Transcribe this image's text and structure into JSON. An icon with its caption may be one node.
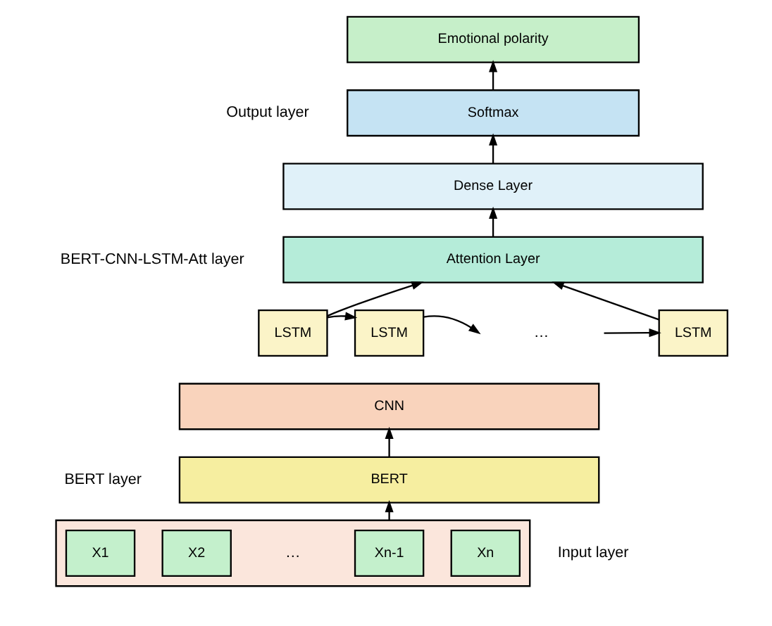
{
  "diagram": {
    "nodes": [
      {
        "text": [
          "Emotional polarity"
        ]
      },
      {
        "text": [
          "Softmax"
        ]
      },
      {
        "text": [
          "Dense Layer"
        ]
      },
      {
        "text": [
          "Attention Layer"
        ]
      },
      {
        "text": [
          "LSTM"
        ]
      },
      {
        "text": [
          "LSTM"
        ]
      },
      {
        "text": [
          "LSTM"
        ]
      },
      {
        "text": [
          "CNN"
        ]
      },
      {
        "text": [
          "BERT"
        ]
      },
      {
        "text": [],
        "shape": "box"
      },
      {
        "text": [
          "X1"
        ],
        "in": 9
      },
      {
        "text": [
          "X2"
        ],
        "in": 9
      },
      {
        "text": [
          "Xn-1"
        ],
        "in": 9
      },
      {
        "text": [
          "Xn"
        ],
        "in": 9
      }
    ],
    "edges": [
      {
        "from": 1,
        "to": 0,
        "arrow": "to"
      },
      {
        "from": 2,
        "to": 1,
        "arrow": "to"
      },
      {
        "from": 3,
        "to": 2,
        "arrow": "to"
      },
      {
        "from": 4,
        "to": 3,
        "arrow": "to"
      },
      {
        "from": 6,
        "to": 3,
        "arrow": "to"
      },
      {
        "from": 4,
        "to": 5,
        "arrow": "to"
      },
      {
        "from": 5,
        "to": null,
        "arrow": "to"
      },
      {
        "from": null,
        "to": 6,
        "arrow": "to"
      },
      {
        "from": 8,
        "to": 7,
        "arrow": "to"
      },
      {
        "from": 9,
        "to": 8,
        "arrow": "to"
      }
    ],
    "labels": [
      "Output layer",
      "BERT-CNN-LSTM-Att layer",
      "…",
      "BERT layer",
      "Input layer",
      "…"
    ]
  }
}
